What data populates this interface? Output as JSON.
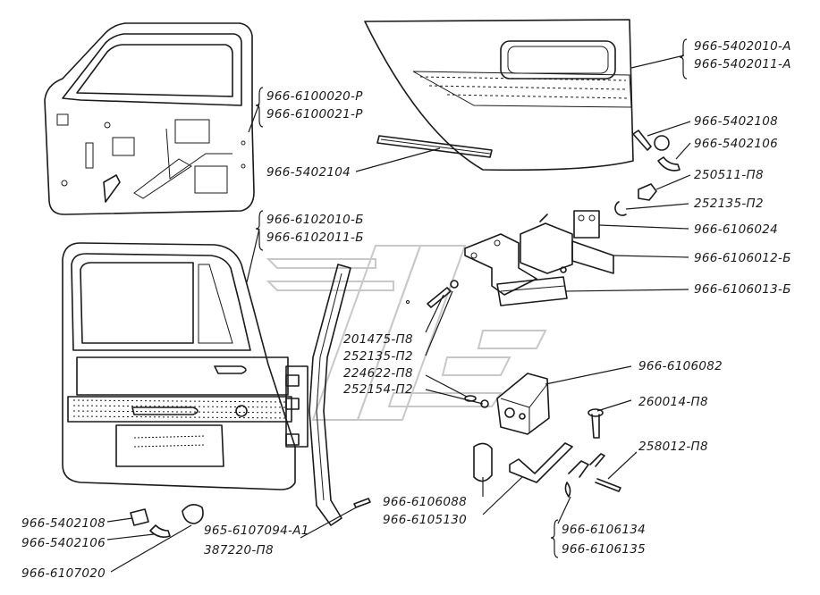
{
  "labels": {
    "door_body_a": "966-5402010-А",
    "door_body_b": "966-5402011-А",
    "trim_a": "966-6100020-Р",
    "trim_b": "966-6100021-Р",
    "seal_strip": "966-5402104",
    "button_top": "966-5402108",
    "spring_top": "966-5402106",
    "nut_top": "250511-П8",
    "washer_top": "252135-П2",
    "hinge_pin_block": "966-6106024",
    "hinge_plate": "966-6106012-Б",
    "hinge_bracket": "966-6106013-Б",
    "door_a": "966-6102010-Б",
    "door_b": "966-6102011-Б",
    "bolt": "201475-П8",
    "washer_mid": "252135-П2",
    "washer_spring": "224622-П8",
    "washer_flat": "252154-П2",
    "limiter_block": "966-6106082",
    "pin": "260014-П8",
    "cotter": "258012-П8",
    "pad": "966-6106088",
    "link": "966-6105130",
    "spring_a": "966-6106134",
    "spring_b": "966-6106135",
    "button_bottom": "966-5402108",
    "spring_bottom": "966-5402106",
    "cap": "966-6107020",
    "channel": "965-6107094-А1",
    "screw": "387220-П8"
  }
}
